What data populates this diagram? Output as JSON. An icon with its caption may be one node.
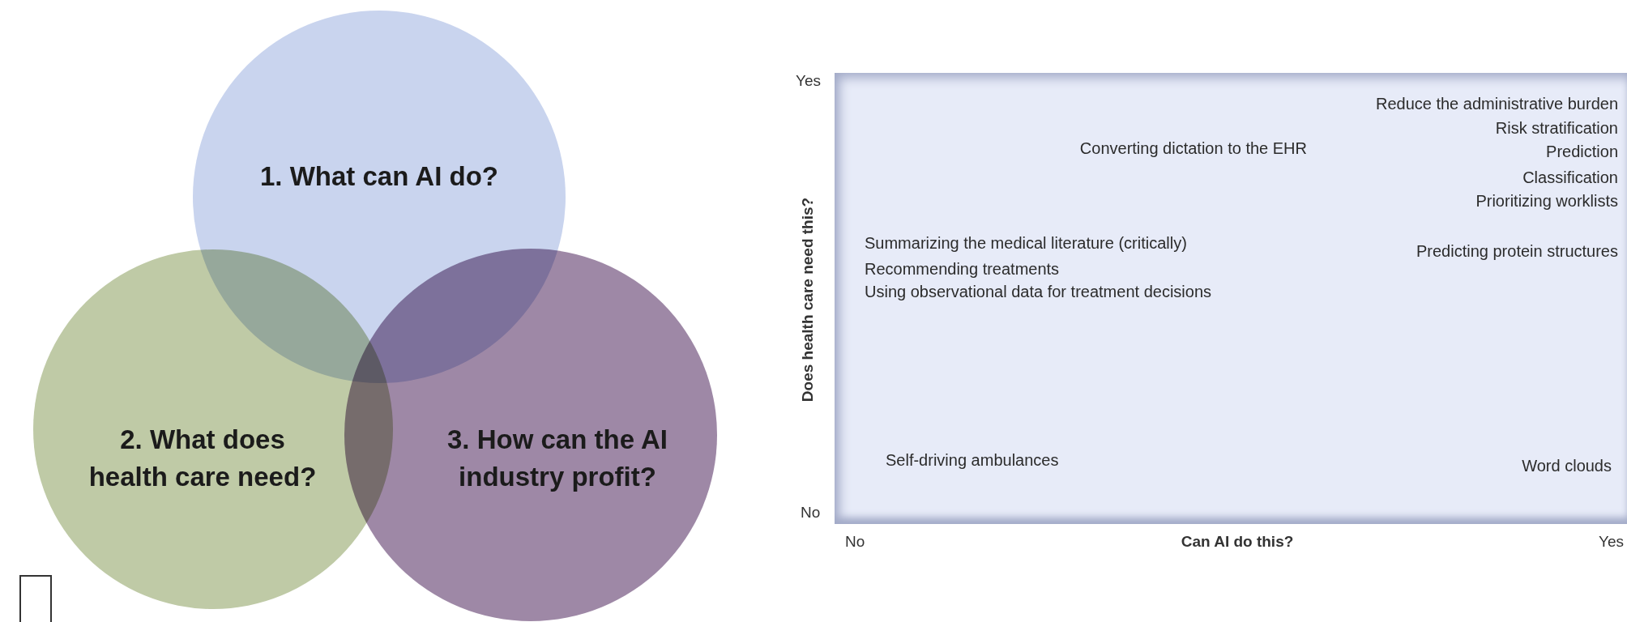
{
  "diagram": {
    "nodes": [
      {
        "text": [
          "1. What can AI do?"
        ]
      },
      {
        "text": [
          "2. What does health care need?"
        ]
      },
      {
        "text": [
          "3. How can the AI industry profit?"
        ]
      },
      {
        "text": [
          "Reduce the administrative burden",
          "Risk stratification",
          "Converting dictation to the EHR",
          "Prediction",
          "Classification",
          "Prioritizing worklists",
          "Summarizing the medical literature (critically)",
          "Predicting protein structures",
          "Recommending treatments",
          "Using observational data for treatment decisions",
          "Self-driving ambulances",
          "Word clouds"
        ]
      }
    ],
    "labels": [
      "Yes",
      "Does health care need this?",
      "No",
      "No",
      "Can AI do this?",
      "Yes"
    ]
  }
}
